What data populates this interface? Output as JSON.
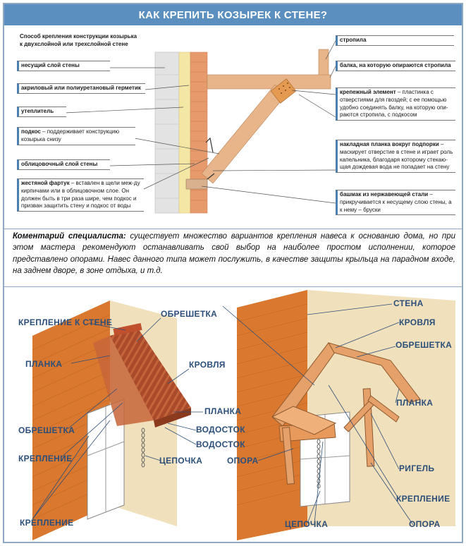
{
  "title": "КАК КРЕПИТЬ КОЗЫРЕК К СТЕНЕ?",
  "top_diagram": {
    "heading_line1": "Способ крепления конструкции козырька",
    "heading_line2": "к двухслойной или трехслойной стене",
    "left_labels": [
      {
        "bold": "несущий слой стены",
        "text": ""
      },
      {
        "bold": "акриловый или полиуретановый герметик",
        "text": ""
      },
      {
        "bold": "утеплитель",
        "text": ""
      },
      {
        "bold": "подкос",
        "text": " – поддерживает конструкцию козырька снизу"
      },
      {
        "bold": "облицовочный слой стены",
        "text": ""
      },
      {
        "bold": "жестяной фартук",
        "text": " – вставлен в щели меж-ду кирпичами или в облицовочном слое. Он должен быть в три раза шире, чем подкос и призван защитить стену и подкос от воды"
      }
    ],
    "right_labels": [
      {
        "bold": "стропила",
        "text": ""
      },
      {
        "bold": "балка, на которую опираются стропила",
        "text": ""
      },
      {
        "bold": "крепежный элемент",
        "text": " – пластинка с отверстиями для гвоздей; с ее помощью удобно соединять балку, на которую опи-раются стропила, с подкосом"
      },
      {
        "bold": "накладная планка вокруг подпорки",
        "text": " – маскирует отверстие в стене и играет роль капельника, благодаря которому стекаю-щая дождевая вода не попадает на стену"
      },
      {
        "bold": "башмак из нержавеющей стали",
        "text": " – прикручивается к несущему слою стены, а к нему – бруски"
      }
    ]
  },
  "comment": {
    "lead": "Коментарий специалиста:",
    "text": " существует множество вариантов крепления навеса к основанию дома, но при этом мастера рекомендуют останавливать свой выбор на наиболее простом исполнении, которое представлено опорами. Навес данного типа может послужить, в качестве защиты крыльца на парадном входе, на заднем дворе, в зоне отдыха, и т.д."
  },
  "left_illustration": {
    "labels": [
      "КРЕПЛЕНИЕ К СТЕНЕ",
      "ОБРЕШЕТКА",
      "ПЛАНКА",
      "КРОВЛЯ",
      "ОБРЕШЕТКА",
      "ПЛАНКА",
      "КРЕПЛЕНИЕ",
      "ВОДОСТОК",
      "ВОДОСТОК",
      "ЦЕПОЧКА",
      "КРЕПЛЕНИЕ"
    ]
  },
  "right_illustration": {
    "labels": [
      "СТЕНА",
      "КРОВЛЯ",
      "ОБРЕШЕТКА",
      "ПЛАНКА",
      "ОПОРА",
      "РИГЕЛЬ",
      "КРЕПЛЕНИЕ",
      "ОПОРА",
      "ЦЕПОЧКА"
    ]
  },
  "colors": {
    "accent": "#5a8fbf",
    "caption": "#2c4f7a",
    "brick": "#d9782e",
    "wood": "#e6a06a",
    "roof": "#c0502e"
  }
}
